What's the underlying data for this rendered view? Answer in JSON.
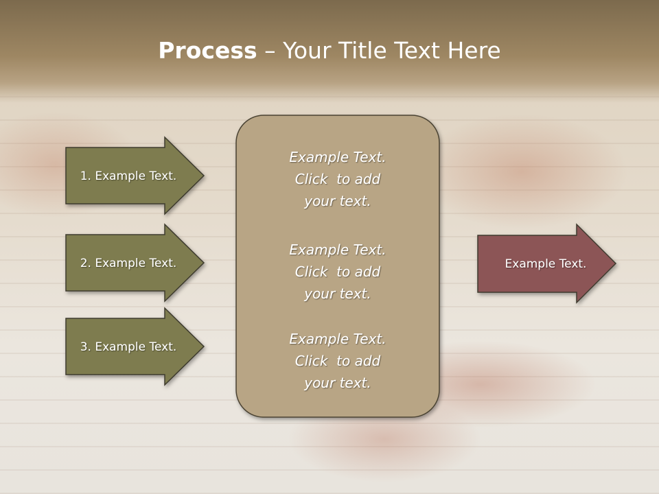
{
  "slide": {
    "title_bold": "Process",
    "title_rest": " – Your Title Text Here"
  },
  "left_arrows": [
    {
      "label": "1. Example Text."
    },
    {
      "label": "2. Example Text."
    },
    {
      "label": "3. Example Text."
    }
  ],
  "center_box": {
    "blocks": [
      {
        "lines": [
          "Example Text.",
          "Click  to add",
          "your text."
        ]
      },
      {
        "lines": [
          "Example Text.",
          "Click  to add",
          "your text."
        ]
      },
      {
        "lines": [
          "Example Text.",
          "Click  to add",
          "your text."
        ]
      }
    ]
  },
  "right_arrow": {
    "label": "Example Text."
  },
  "colors": {
    "header": "#9e8763",
    "left_arrow_fill": "#7e7c50",
    "right_arrow_fill": "#8c5456",
    "center_box_fill": "#b8a585",
    "outline": "#3e3a2e"
  }
}
